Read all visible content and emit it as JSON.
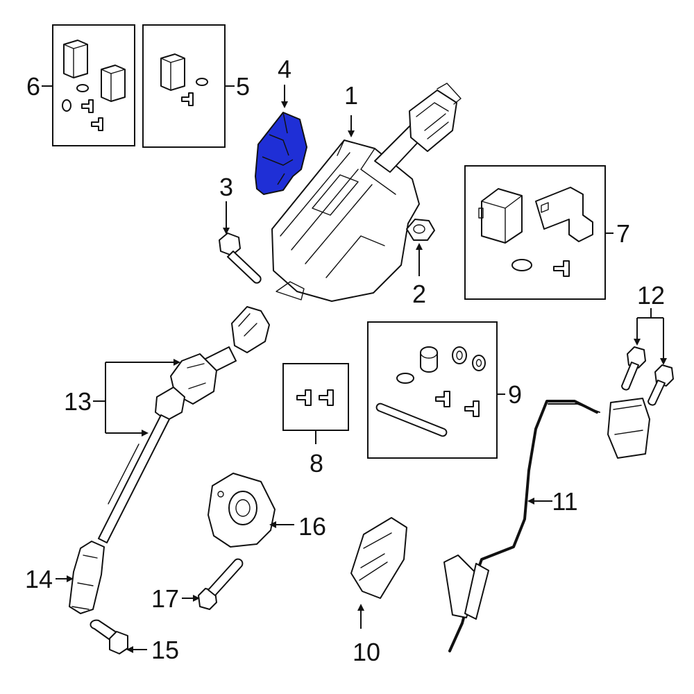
{
  "highlight_color": "#1f2fd6",
  "highlighted_callout": "4",
  "callouts": {
    "c1": "1",
    "c2": "2",
    "c3": "3",
    "c4": "4",
    "c5": "5",
    "c6": "6",
    "c7": "7",
    "c8": "8",
    "c9": "9",
    "c10": "10",
    "c11": "11",
    "c12": "12",
    "c13": "13",
    "c14": "14",
    "c15": "15",
    "c16": "16",
    "c17": "17"
  }
}
